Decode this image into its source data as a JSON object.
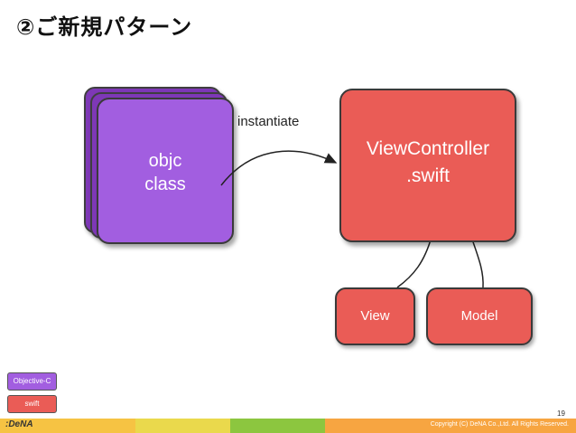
{
  "title": "②ご新規パターン",
  "nodes": {
    "objc": {
      "line1": "objc",
      "line2": "class"
    },
    "view_controller": {
      "line1": "ViewController",
      "line2": ".swift"
    },
    "view": {
      "label": "View"
    },
    "model": {
      "label": "Model"
    }
  },
  "edge_label": "instantiate",
  "legend": {
    "objc": "Objective-C",
    "swift": "swift"
  },
  "page_number": "19",
  "footer": {
    "logo": ":DeNA",
    "copyright": "Copyright (C) DeNA Co.,Ltd. All Rights Reserved."
  },
  "colors": {
    "objc_fill": "#a25ee0",
    "objc_back": "#7e38b7",
    "swift_fill": "#ea5c56",
    "footer_segments": [
      "#f6c343",
      "#ead94c",
      "#8cc63f",
      "#f7a541",
      "#f27a3a",
      "#f7a541"
    ]
  }
}
